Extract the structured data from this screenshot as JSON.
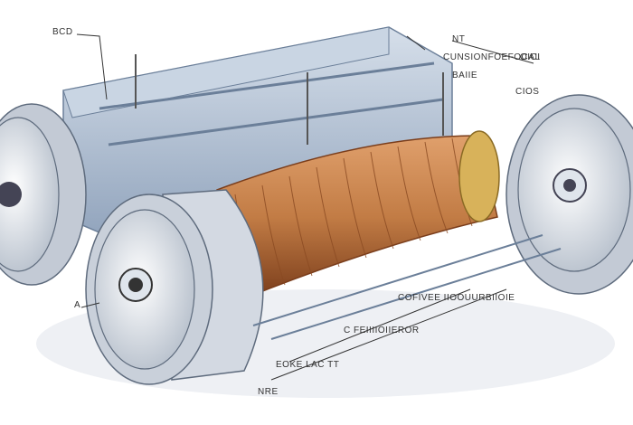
{
  "labels": {
    "top_left": "BCD",
    "top_right_1": "NT",
    "top_right_2": "OICI",
    "top_right_3": "CUNSIONFOEFOCAL",
    "top_right_4": "BAIIE",
    "top_right_5": "CIOS",
    "left_mid": "A",
    "bottom_1": "COFIVEE IIOOUURBIIOIE",
    "bottom_2": "C FEIIIIOIIEROR",
    "bottom_3": "EOKE LAC TT",
    "bottom_4": "NRE"
  },
  "colors": {
    "frame": "#b9c6d6",
    "frame_dark": "#7f93ad",
    "drum": "#e8ecf1",
    "drum_shadow": "#aab4c2",
    "copper": "#c27c45",
    "copper_dark": "#8a4a22",
    "brass": "#d8b25a",
    "ink": "#333333"
  }
}
